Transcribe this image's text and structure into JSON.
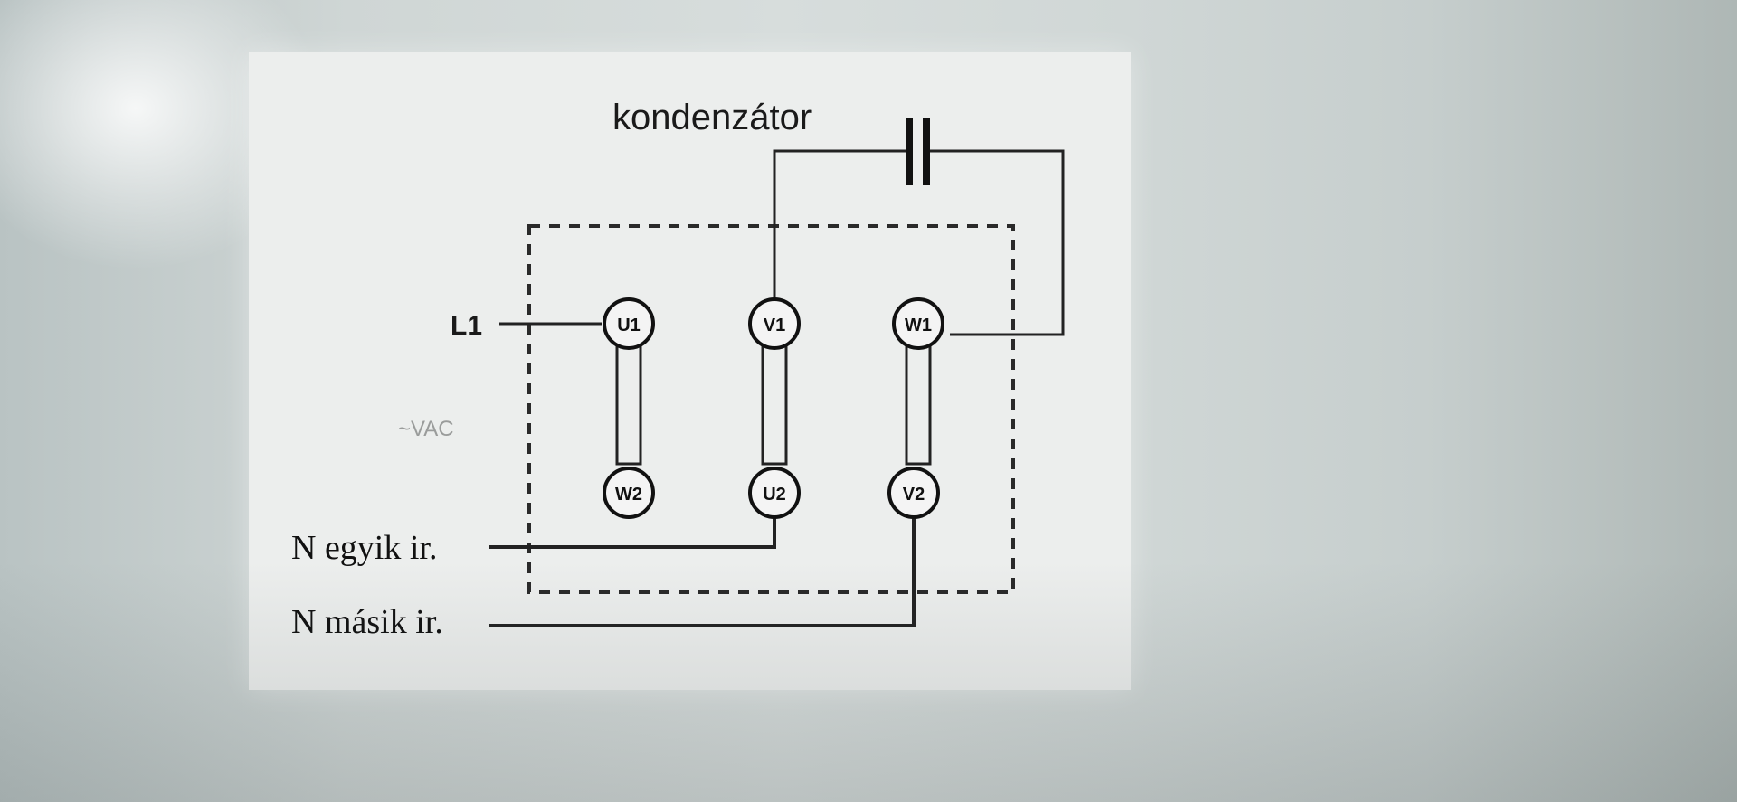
{
  "diagram": {
    "capacitor_label": "kondenzátor",
    "line_label": "L1",
    "voltage_label": "~VAC",
    "neutral_one_dir": "N egyik ir.",
    "neutral_other_dir": "N másik ir.",
    "terminals": {
      "u1": "U1",
      "v1": "V1",
      "w1": "W1",
      "w2": "W2",
      "u2": "U2",
      "v2": "V2"
    }
  }
}
